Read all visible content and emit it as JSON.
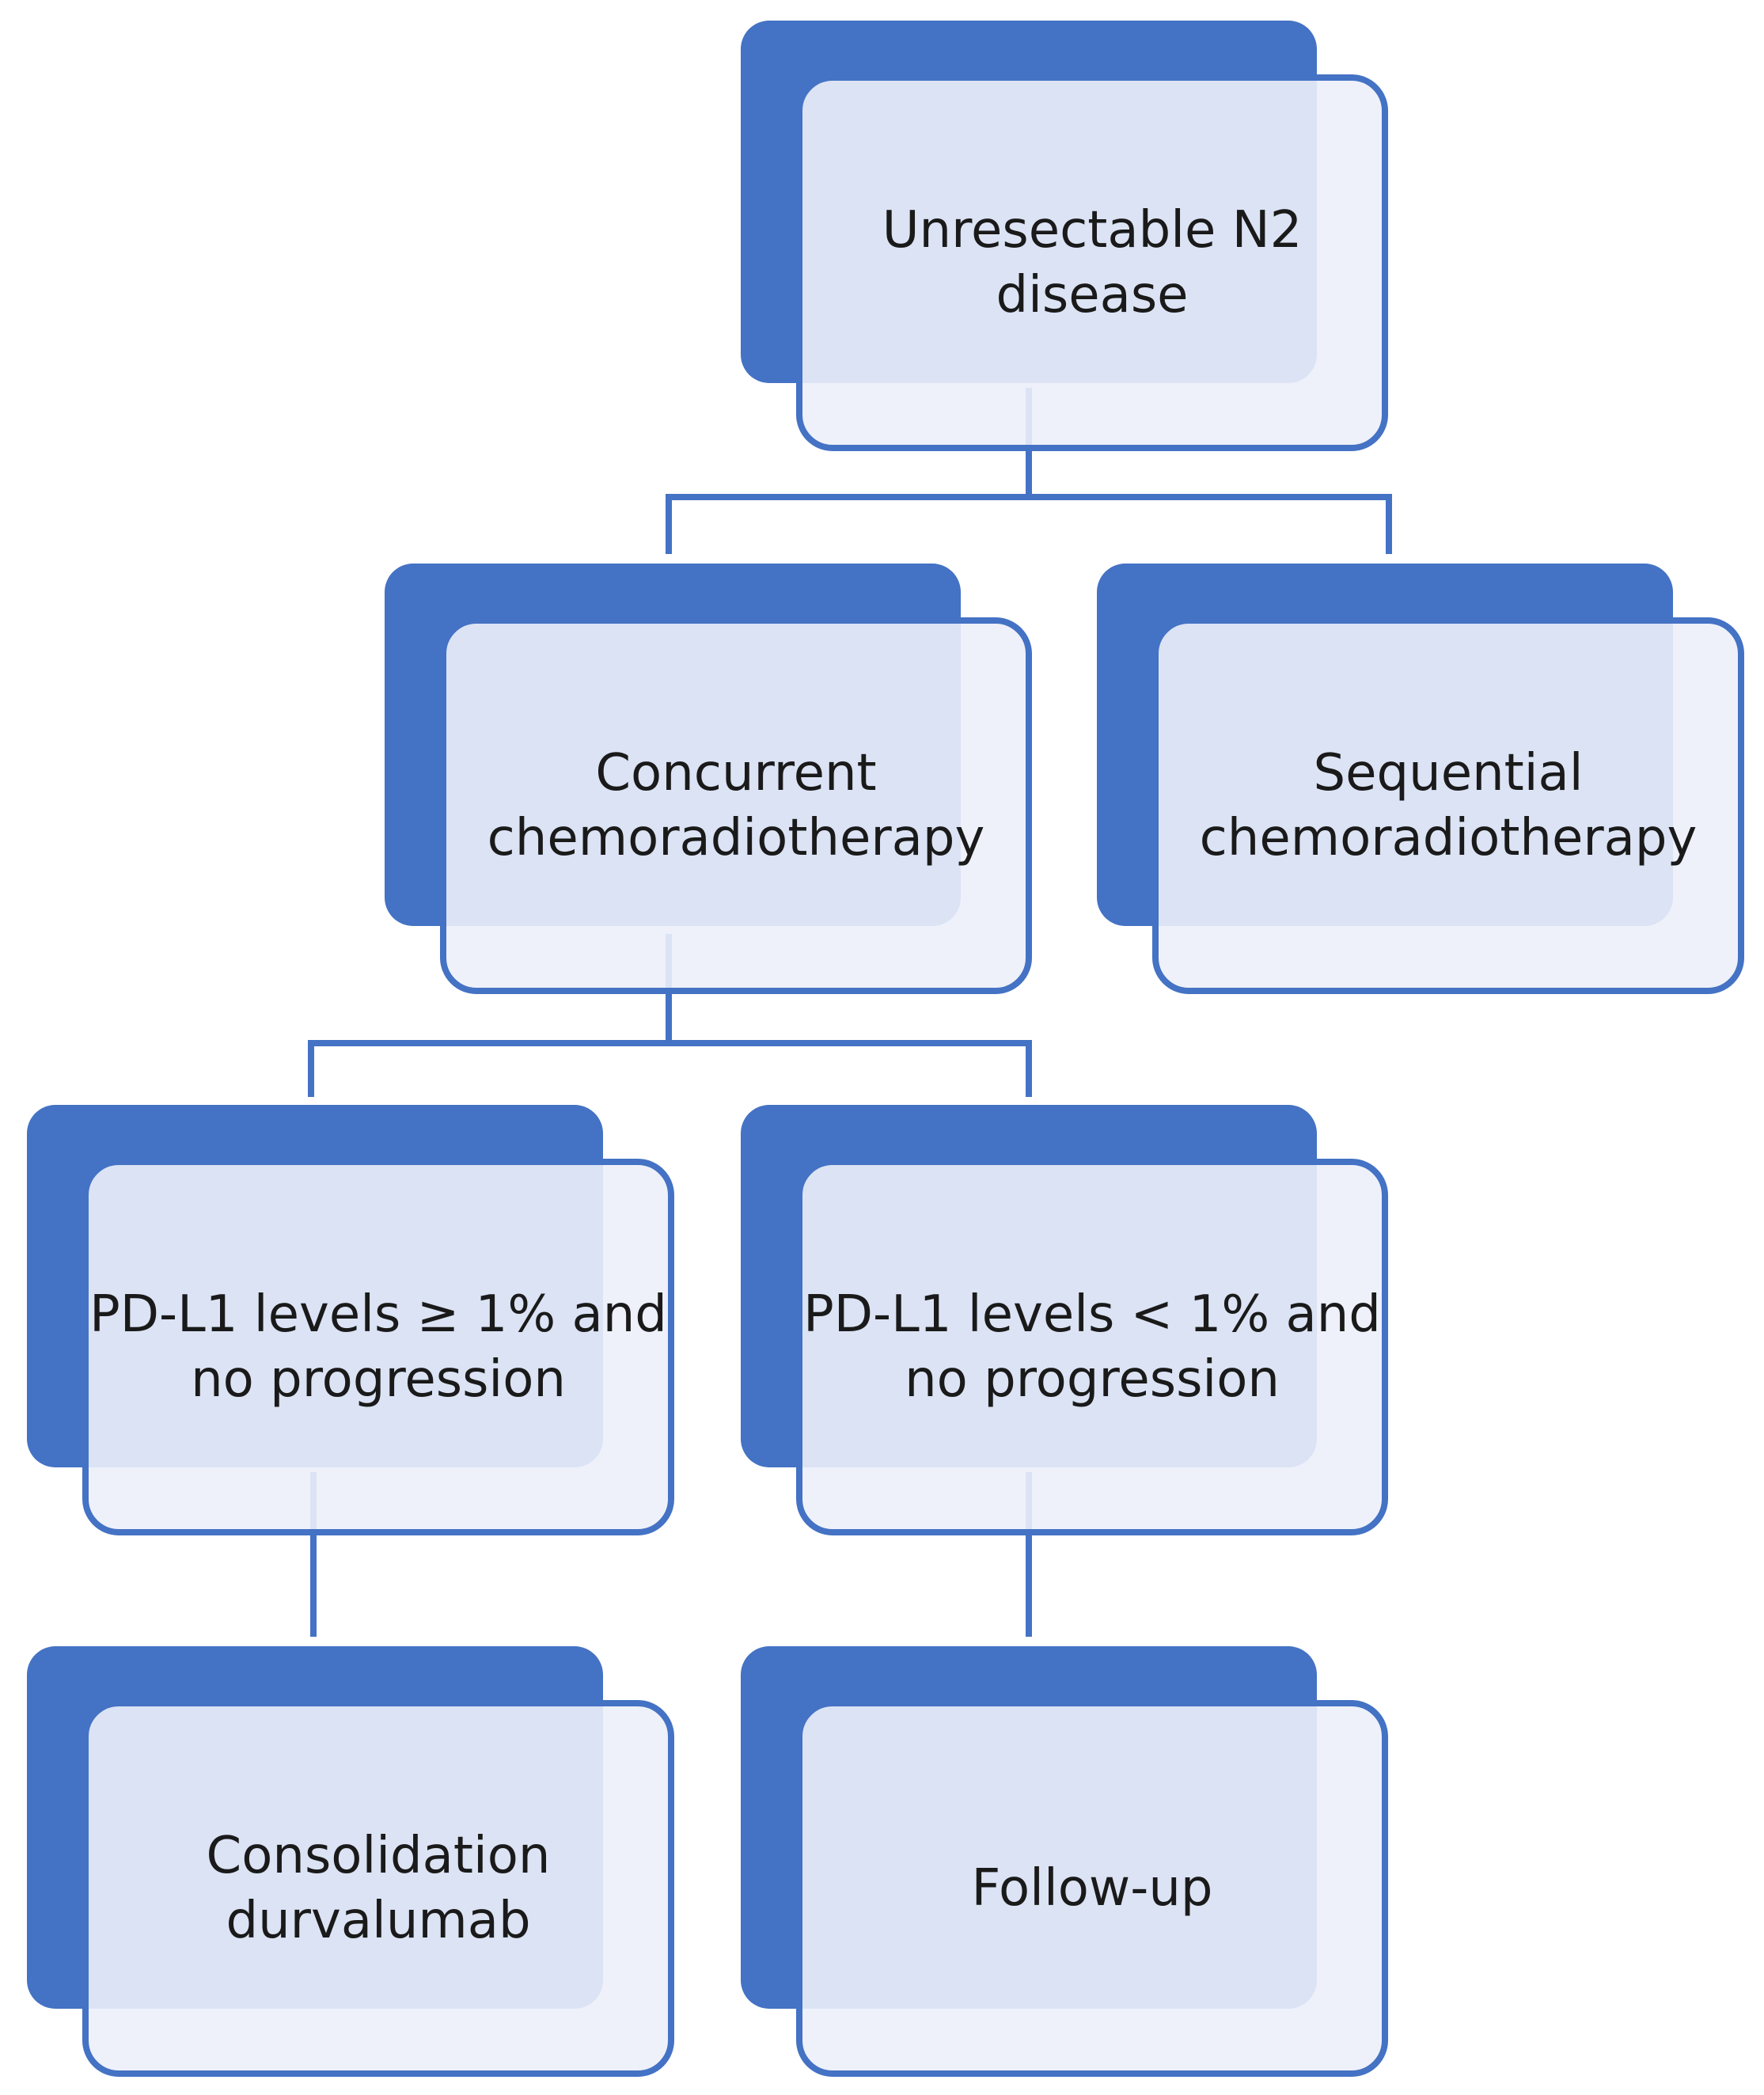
{
  "diagram": {
    "nodes": [
      {
        "id": "unresectable",
        "label": "Unresectable N2\ndisease"
      },
      {
        "id": "concurrent",
        "label": "Concurrent\nchemoradiotherapy"
      },
      {
        "id": "sequential",
        "label": "Sequential\nchemoradiotherapy"
      },
      {
        "id": "pdl1-high",
        "label": "PD-L1 levels ≥ 1% and\nno progression"
      },
      {
        "id": "pdl1-low",
        "label": "PD-L1 levels < 1% and\nno progression"
      },
      {
        "id": "durvalumab",
        "label": "Consolidation\ndurvalumab"
      },
      {
        "id": "followup",
        "label": "Follow-up"
      }
    ],
    "edges": [
      {
        "from": "unresectable",
        "to": "concurrent"
      },
      {
        "from": "unresectable",
        "to": "sequential"
      },
      {
        "from": "concurrent",
        "to": "pdl1-high"
      },
      {
        "from": "concurrent",
        "to": "pdl1-low"
      },
      {
        "from": "pdl1-high",
        "to": "durvalumab"
      },
      {
        "from": "pdl1-low",
        "to": "followup"
      }
    ],
    "colors": {
      "accent": "#4472C4",
      "box_fill": "#ECF0F9",
      "text": "#1a1a1a"
    }
  }
}
